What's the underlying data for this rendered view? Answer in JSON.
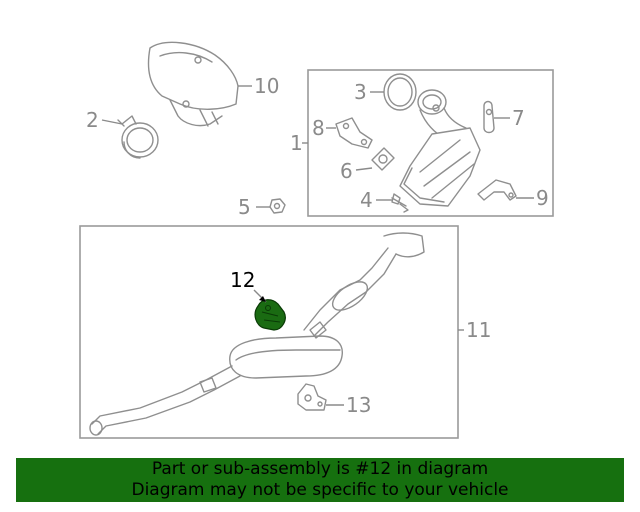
{
  "diagram": {
    "callouts": {
      "c1": "1",
      "c2": "2",
      "c3": "3",
      "c4": "4",
      "c5": "5",
      "c6": "6",
      "c7": "7",
      "c8": "8",
      "c9": "9",
      "c10": "10",
      "c11": "11",
      "c12": "12",
      "c13": "13"
    },
    "highlighted_part": "12",
    "colors": {
      "highlight_fill": "#1a6b12",
      "line": "#8f8f8f",
      "banner_bg": "#16700f"
    }
  },
  "banner": {
    "line1": "Part or sub-assembly is #12 in diagram",
    "line2": "Diagram may not be specific to your vehicle"
  }
}
